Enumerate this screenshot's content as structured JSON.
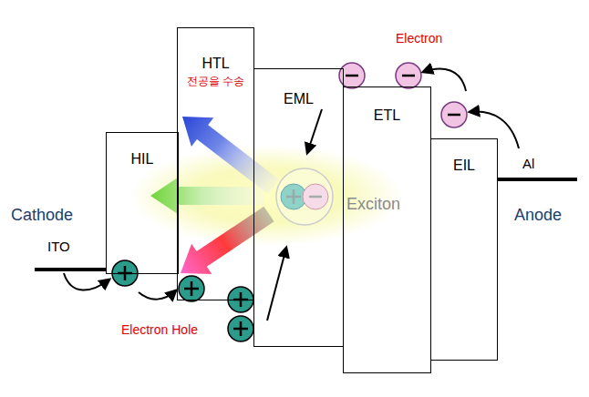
{
  "diagram": {
    "nodes": [
      {
        "text": [
          "HIL"
        ]
      },
      {
        "text": [
          "HTL",
          "전공을 수송"
        ]
      },
      {
        "text": [
          "EML"
        ]
      },
      {
        "text": [
          "ETL"
        ]
      },
      {
        "text": [
          "EIL"
        ]
      }
    ],
    "labels": [
      "Electron",
      "Cathode",
      "ITO",
      "Exciton",
      "Anode",
      "Al",
      "Electron Hole"
    ]
  }
}
